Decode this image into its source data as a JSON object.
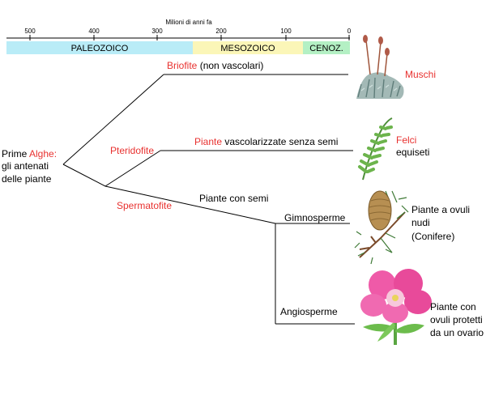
{
  "timeline": {
    "title": "Milioni di anni fa",
    "ticks": [
      "500",
      "400",
      "300",
      "200",
      "100",
      "0"
    ],
    "eras": [
      {
        "name": "PALEOZOICO",
        "color": "#b9ecf7"
      },
      {
        "name": "MESOZOICO",
        "color": "#fbf6b8"
      },
      {
        "name": "CENOZ.",
        "color": "#b4f0c4"
      }
    ]
  },
  "colors": {
    "accent": "#e8312f",
    "line": "#000000"
  },
  "root": {
    "line1_a": "Prime ",
    "line1_b": "Alghe:",
    "line2": "gli antenati",
    "line3": "delle piante"
  },
  "groups": {
    "briofite": {
      "name": "Briofite",
      "desc": " (non vascolari)"
    },
    "pteridofite": {
      "name": "Pteridofite"
    },
    "vascular": {
      "name": "Piante",
      "desc": " vascolarizzate senza semi"
    },
    "spermatofite": {
      "name": "Spermatofite"
    },
    "seeds": {
      "label": "Piante con semi"
    },
    "gimnosperme": {
      "name": "Gimnosperme"
    },
    "angiosperme": {
      "name": "Angiosperme"
    }
  },
  "leaves": {
    "muschi": {
      "name": "Muschi",
      "icon": "moss-icon"
    },
    "felci": {
      "line1": "Felci",
      "line2": "equiseti",
      "icon": "fern-icon"
    },
    "conifere": {
      "line1": "Piante a ovuli",
      "line2": "nudi",
      "line3": "(Conifere)",
      "icon": "pine-cone-icon"
    },
    "fiori": {
      "line1": "Piante con",
      "line2": "ovuli protetti",
      "line3": "da un ovario",
      "icon": "flower-icon"
    }
  }
}
